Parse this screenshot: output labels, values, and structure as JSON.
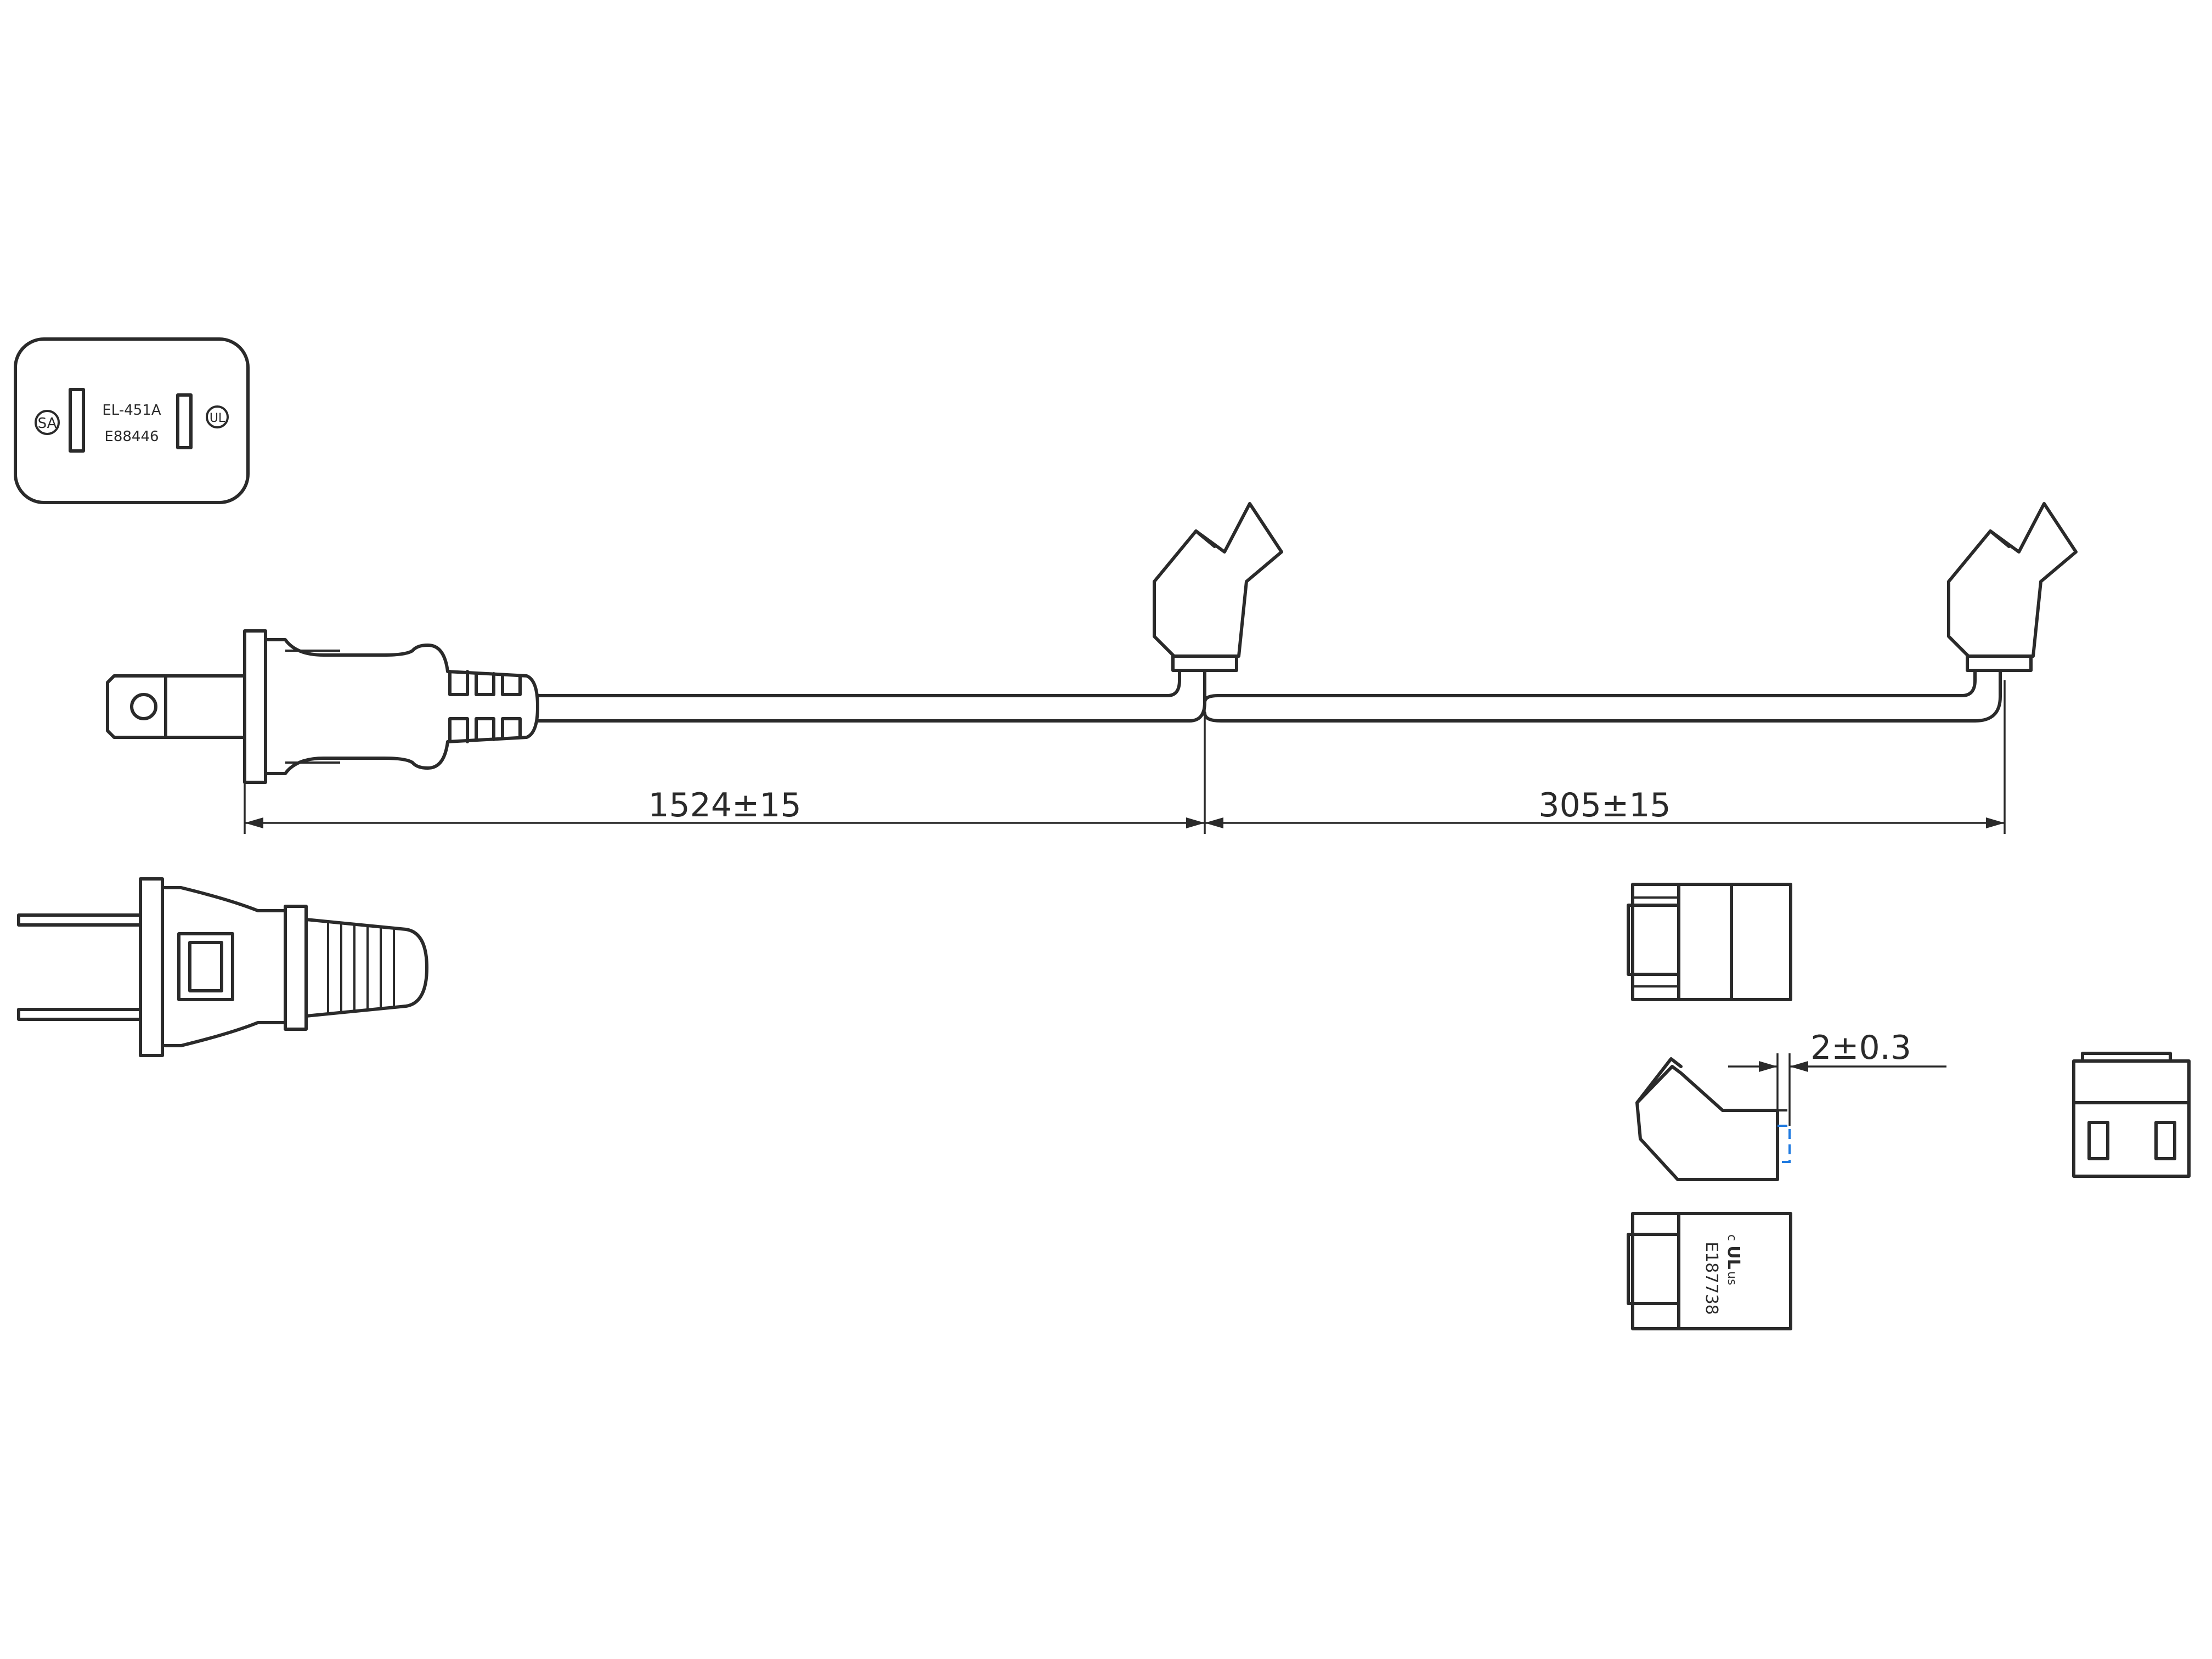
{
  "plug_face": {
    "model_label": "EL-451A",
    "file_number": "E88446",
    "csa_mark": "SA",
    "ul_mark": "UL"
  },
  "dimensions": {
    "cord_length_1": "1524±15",
    "cord_length_2": "305±15",
    "connector_offset": "2±0.3"
  },
  "connector_label": {
    "file_number": "E187738",
    "mark_prefix": "c",
    "mark_suffix": "us",
    "mark": "UL"
  }
}
